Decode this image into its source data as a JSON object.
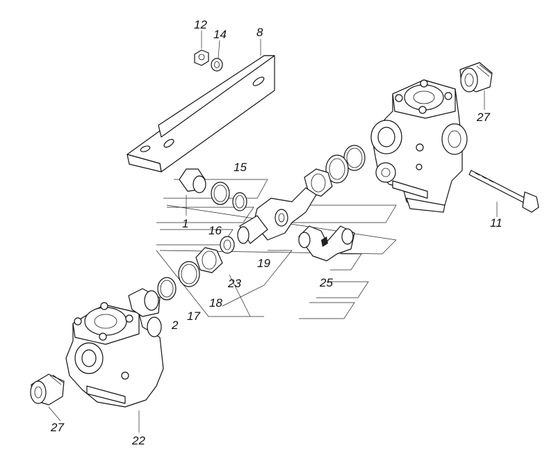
{
  "callouts": {
    "n12": "12",
    "n14": "14",
    "n8": "8",
    "n27a": "27",
    "n15": "15",
    "n1": "1",
    "n16": "16",
    "n11": "11",
    "n19": "19",
    "n23": "23",
    "n25": "25",
    "n18": "18",
    "n2": "2",
    "n17": "17",
    "n27b": "27",
    "n22": "22"
  }
}
